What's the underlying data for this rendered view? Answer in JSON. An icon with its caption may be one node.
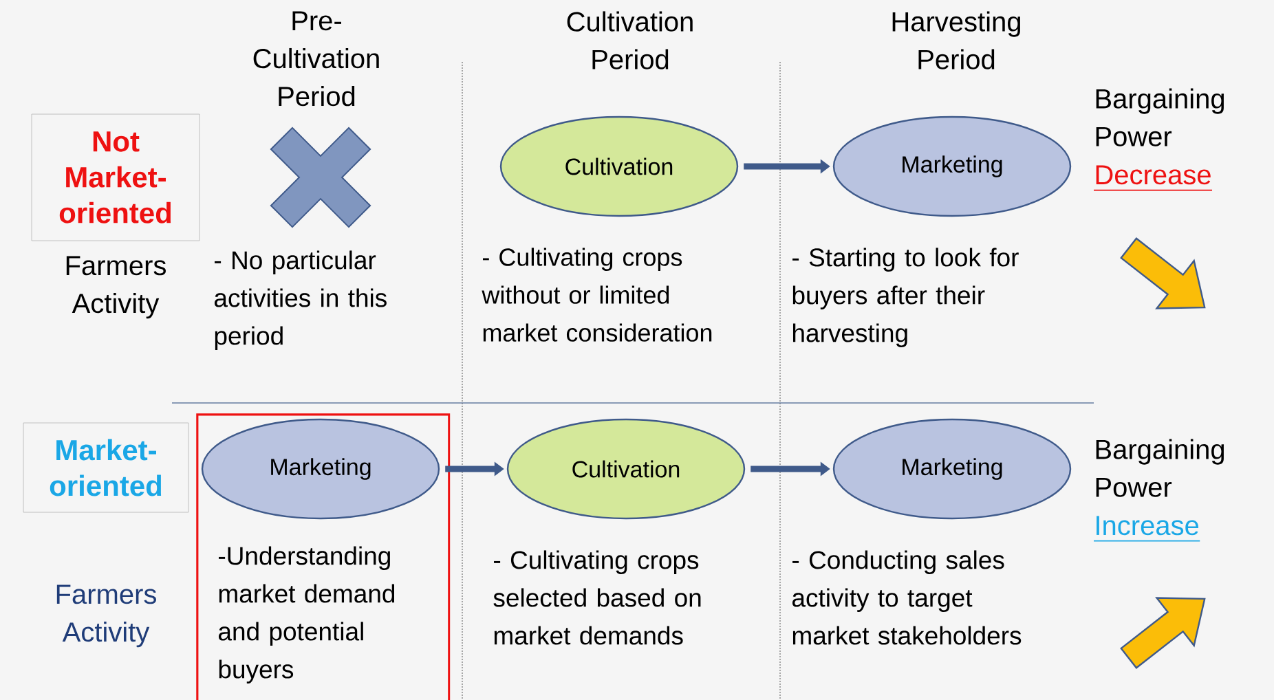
{
  "diagram": {
    "nodes": [
      {
        "text": [
          "Not Market-oriented"
        ]
      },
      {
        "text": [
          "Cultivation"
        ]
      },
      {
        "text": [
          "Marketing"
        ]
      },
      {
        "text": [
          "Market-oriented"
        ]
      },
      {
        "text": [
          "-Understanding market demand and potential buyers"
        ]
      },
      {
        "text": [
          "Marketing"
        ],
        "in": 4
      },
      {
        "text": [
          "Cultivation"
        ]
      },
      {
        "text": [
          "Marketing"
        ]
      }
    ],
    "edges": [
      {
        "from": 1,
        "to": 2,
        "arrow": "to"
      },
      {
        "from": 5,
        "to": 6,
        "arrow": "to"
      },
      {
        "from": 6,
        "to": 7,
        "arrow": "to"
      }
    ],
    "labels": [
      "Pre- Cultivation Period",
      "Cultivation Period",
      "Harvesting Period",
      "Farmers Activity",
      "- No particular activities in this period",
      "- Cultivating crops without or limited market consideration",
      "- Starting to look for buyers after their harvesting",
      "Bargaining Power",
      "Decrease",
      "Farmers Activity",
      "- Cultivating crops selected based on market demands",
      "- Conducting sales activity to target market stakeholders",
      "Bargaining Power",
      "Increase"
    ]
  }
}
